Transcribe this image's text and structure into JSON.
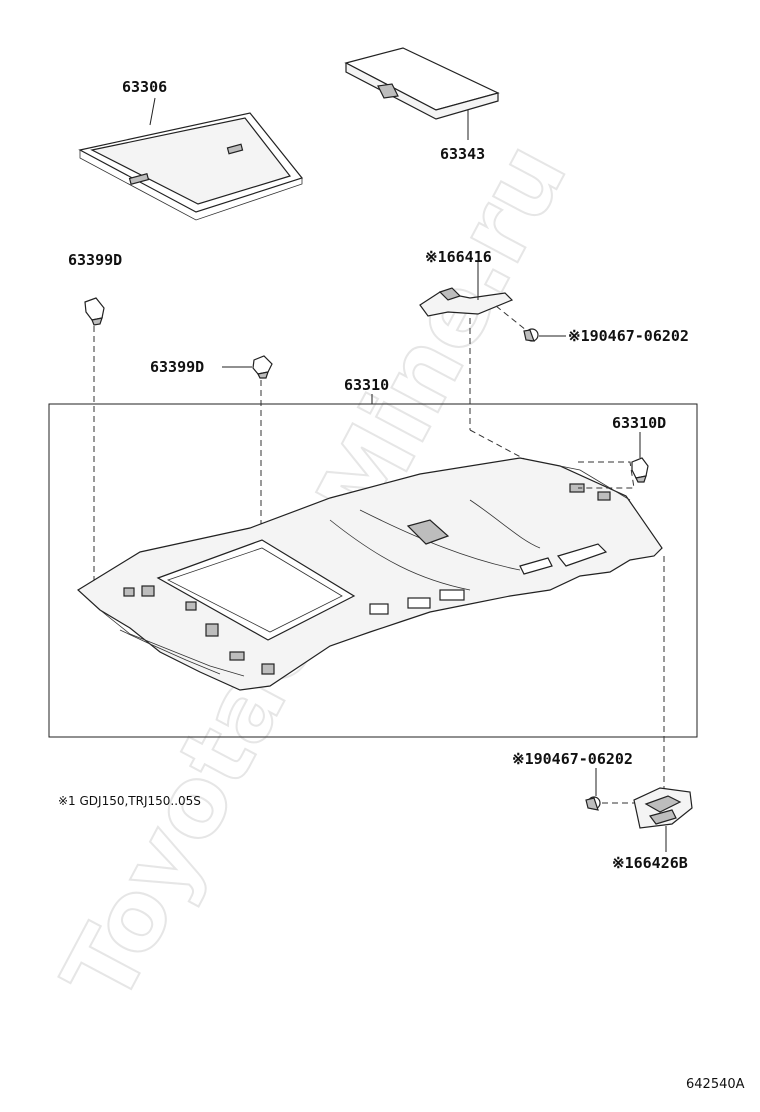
{
  "watermark": "ToyotaCarMine.ru",
  "labels": {
    "p63306": "63306",
    "p63343": "63343",
    "p63399d_top": "63399D",
    "p66416": "※166416",
    "p90467_top": "※190467-06202",
    "p63399d_mid": "63399D",
    "p63310": "63310",
    "p63310d": "63310D",
    "p90467_bottom": "※190467-06202",
    "p66426b": "※166426B"
  },
  "note": "※1 GDJ150,TRJ150..05S",
  "diagram_code": "642540A"
}
